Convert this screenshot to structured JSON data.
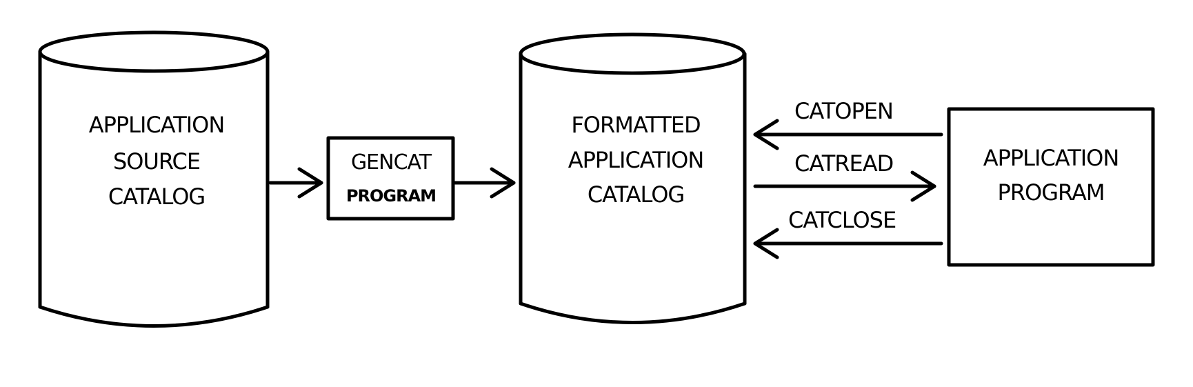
{
  "source_catalog": {
    "line1": "APPLICATION",
    "line2": "SOURCE",
    "line3": "CATALOG"
  },
  "gencat": {
    "line1": "GENCAT",
    "line2": "PROGRAM"
  },
  "formatted_catalog": {
    "line1": "FORMATTED",
    "line2": "APPLICATION",
    "line3": "CATALOG"
  },
  "app_program": {
    "line1": "APPLICATION",
    "line2": "PROGRAM"
  },
  "calls": {
    "open": "CATOPEN",
    "read": "CATREAD",
    "close": "CATCLOSE"
  }
}
